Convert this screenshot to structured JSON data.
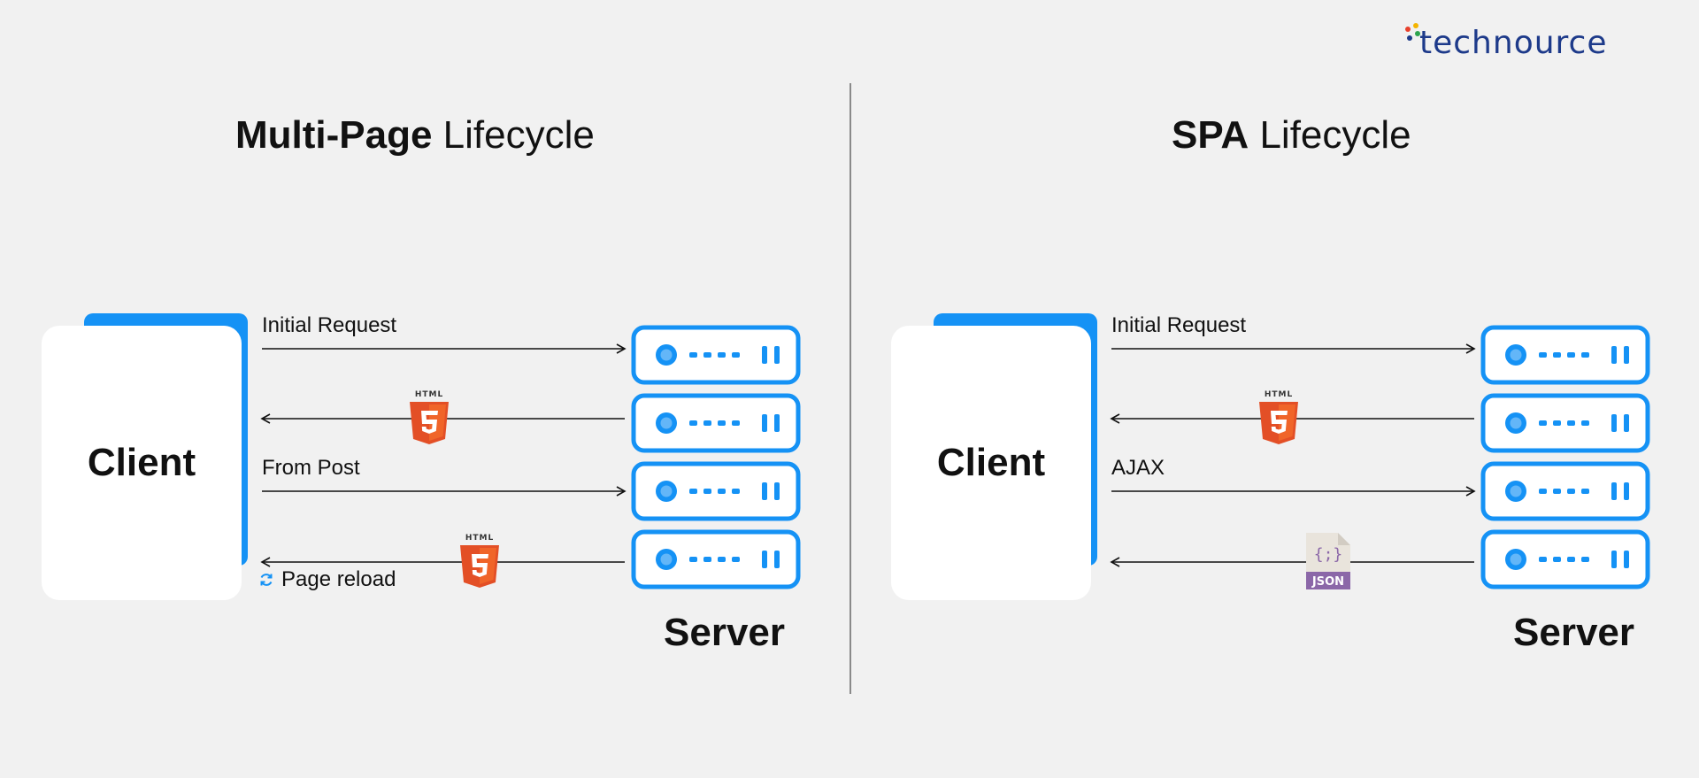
{
  "logo": {
    "text": "technource"
  },
  "panels": [
    {
      "title_bold": "Multi-Page",
      "title_light": " Lifecycle",
      "client_label": "Client",
      "server_label": "Server",
      "messages": {
        "m1": "Initial Request",
        "m3": "From Post",
        "reload": "Page reload"
      },
      "badges": {
        "b1": "HTML",
        "b2": "HTML"
      }
    },
    {
      "title_bold": "SPA",
      "title_light": " Lifecycle",
      "client_label": "Client",
      "server_label": "Server",
      "messages": {
        "m1": "Initial Request",
        "m3": "AJAX"
      },
      "badges": {
        "b1": "HTML",
        "b2": "JSON"
      }
    }
  ],
  "colors": {
    "accent_blue": "#1592f5",
    "html5_orange": "#f05a22",
    "json_purple": "#8b67a8",
    "logo_navy": "#1d3a8a"
  }
}
